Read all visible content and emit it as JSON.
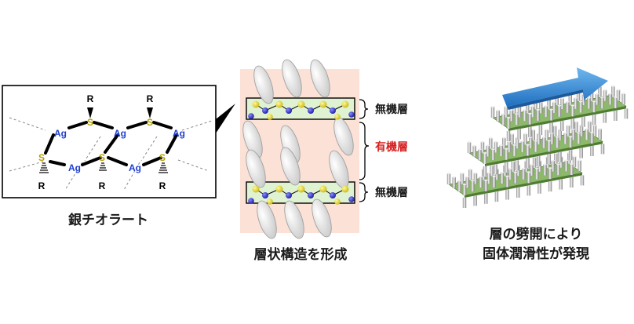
{
  "left_panel": {
    "caption": "銀チオラート",
    "atoms": {
      "silver": "Ag",
      "sulfur": "S",
      "r_group": "R"
    },
    "colors": {
      "silver": "#1f3fcf",
      "sulfur": "#b5a100",
      "frame": "#000000"
    }
  },
  "middle_panel": {
    "caption": "層状構造を形成",
    "labels": {
      "inorganic_top": "無機層",
      "organic": "有機層",
      "inorganic_bottom": "無機層"
    },
    "colors": {
      "background": "#fbe1d6",
      "inorganic_band": "#dff2d2",
      "organic_label": "#d62020",
      "s_atom": "#e0d020",
      "ag_atom": "#2020c0"
    }
  },
  "right_panel": {
    "caption_line1": "層の劈開により",
    "caption_line2": "固体潤滑性が発現",
    "colors": {
      "arrow": "#3a8fd8",
      "plate": "#8db96a",
      "pillar": "#c8c8c8"
    }
  }
}
